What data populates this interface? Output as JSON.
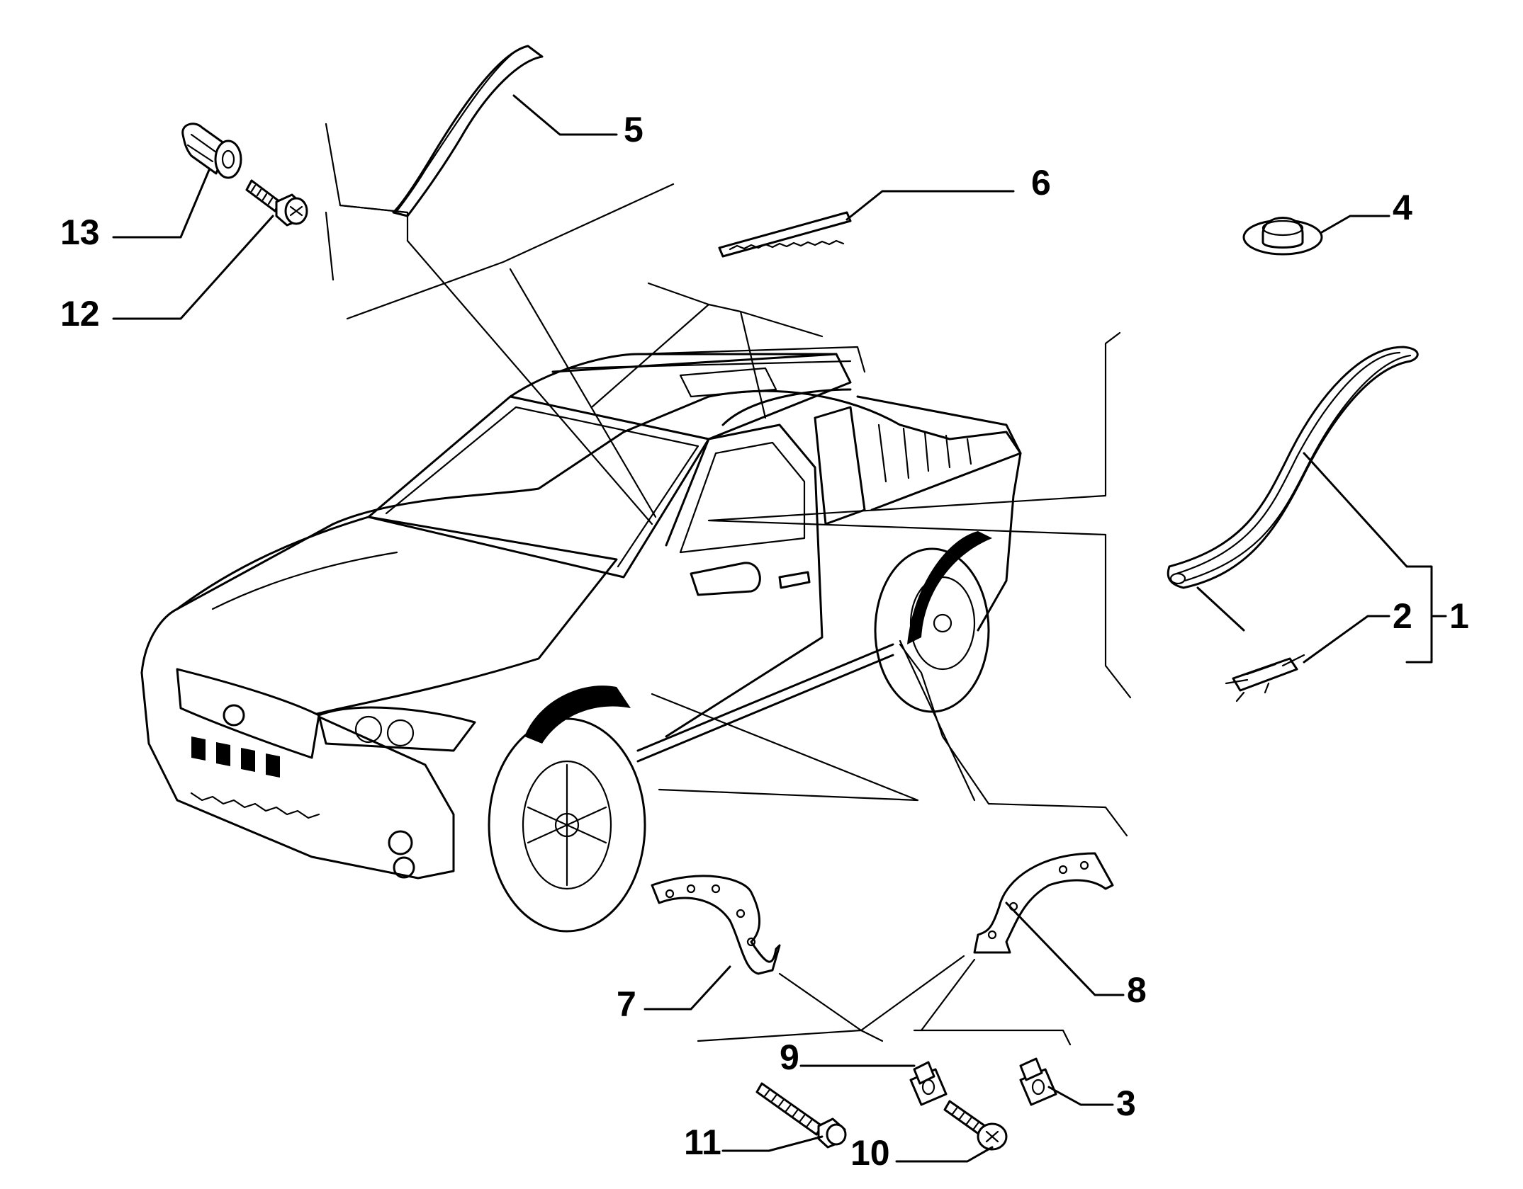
{
  "diagram": {
    "labels": [
      {
        "id": "p1",
        "text": "1"
      },
      {
        "id": "p2",
        "text": "2"
      },
      {
        "id": "p3",
        "text": "3"
      },
      {
        "id": "p4",
        "text": "4"
      },
      {
        "id": "p5",
        "text": "5"
      },
      {
        "id": "p6",
        "text": "6"
      },
      {
        "id": "p7",
        "text": "7"
      },
      {
        "id": "p8",
        "text": "8"
      },
      {
        "id": "p9",
        "text": "9"
      },
      {
        "id": "p10",
        "text": "10"
      },
      {
        "id": "p11",
        "text": "11"
      },
      {
        "id": "p12",
        "text": "12"
      },
      {
        "id": "p13",
        "text": "13"
      }
    ]
  },
  "colors": {
    "line": "#000000",
    "background": "#ffffff"
  }
}
